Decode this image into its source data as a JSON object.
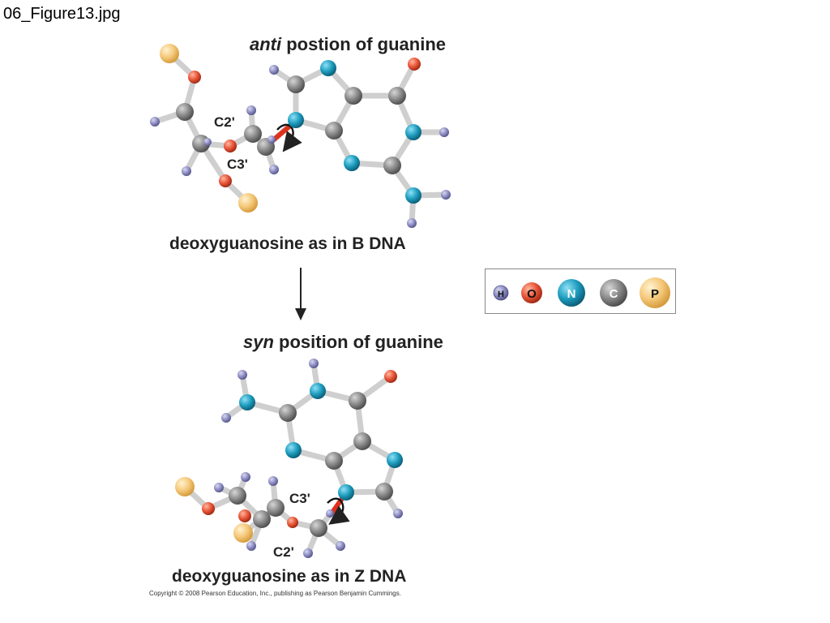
{
  "file_label": "06_Figure13.jpg",
  "top": {
    "title_italic": "anti",
    "title_rest": " postion of guanine",
    "label_c2": "C2'",
    "label_c3": "C3'",
    "caption": "deoxyguanosine as in B DNA"
  },
  "bottom": {
    "title_italic": "syn",
    "title_rest": " position of guanine",
    "label_c3": "C3'",
    "label_c2": "C2'",
    "caption": "deoxyguanosine as in Z DNA"
  },
  "legend": {
    "items": [
      {
        "symbol": "H",
        "element": "hydrogen",
        "color": "#8f8fc4"
      },
      {
        "symbol": "O",
        "element": "oxygen",
        "color": "#e8563a"
      },
      {
        "symbol": "N",
        "element": "nitrogen",
        "color": "#1f9ec0"
      },
      {
        "symbol": "C",
        "element": "carbon",
        "color": "#8c8c8c"
      },
      {
        "symbol": "P",
        "element": "phosphorus",
        "color": "#f5c97a"
      }
    ]
  },
  "copyright": "Copyright © 2008 Pearson Education, Inc., publishing as Pearson Benjamin Cummings."
}
